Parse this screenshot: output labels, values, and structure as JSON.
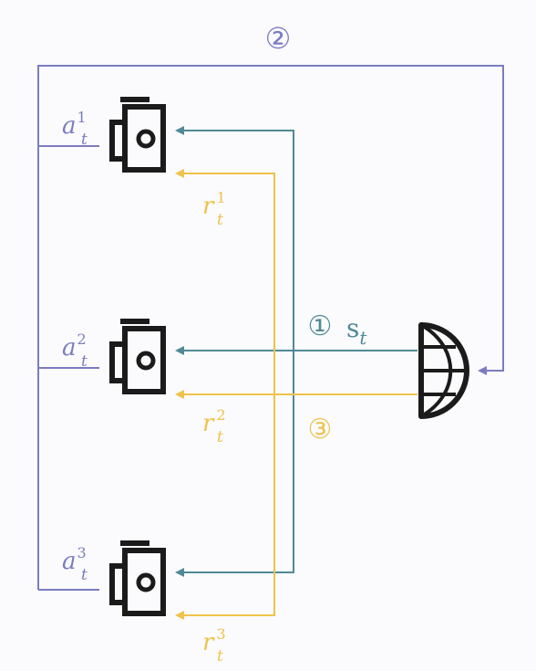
{
  "colors": {
    "action": "#7b7cc0",
    "state": "#4f8a95",
    "reward": "#efc24a",
    "agent": "#1b1b1b",
    "background": "#fbfbfd"
  },
  "steps": {
    "step1": "①",
    "step2": "②",
    "step3": "③"
  },
  "state_label": {
    "base": "s",
    "sub": "t"
  },
  "agents": [
    {
      "icon": "robot-agent-icon",
      "action": {
        "base": "a",
        "sub": "t",
        "sup": "1"
      },
      "reward": {
        "base": "r",
        "sub": "t",
        "sup": "1"
      }
    },
    {
      "icon": "robot-agent-icon",
      "action": {
        "base": "a",
        "sub": "t",
        "sup": "2"
      },
      "reward": {
        "base": "r",
        "sub": "t",
        "sup": "2"
      }
    },
    {
      "icon": "robot-agent-icon",
      "action": {
        "base": "a",
        "sub": "t",
        "sup": "3"
      },
      "reward": {
        "base": "r",
        "sub": "t",
        "sup": "3"
      }
    }
  ],
  "environment": {
    "icon": "globe-environment-icon"
  }
}
